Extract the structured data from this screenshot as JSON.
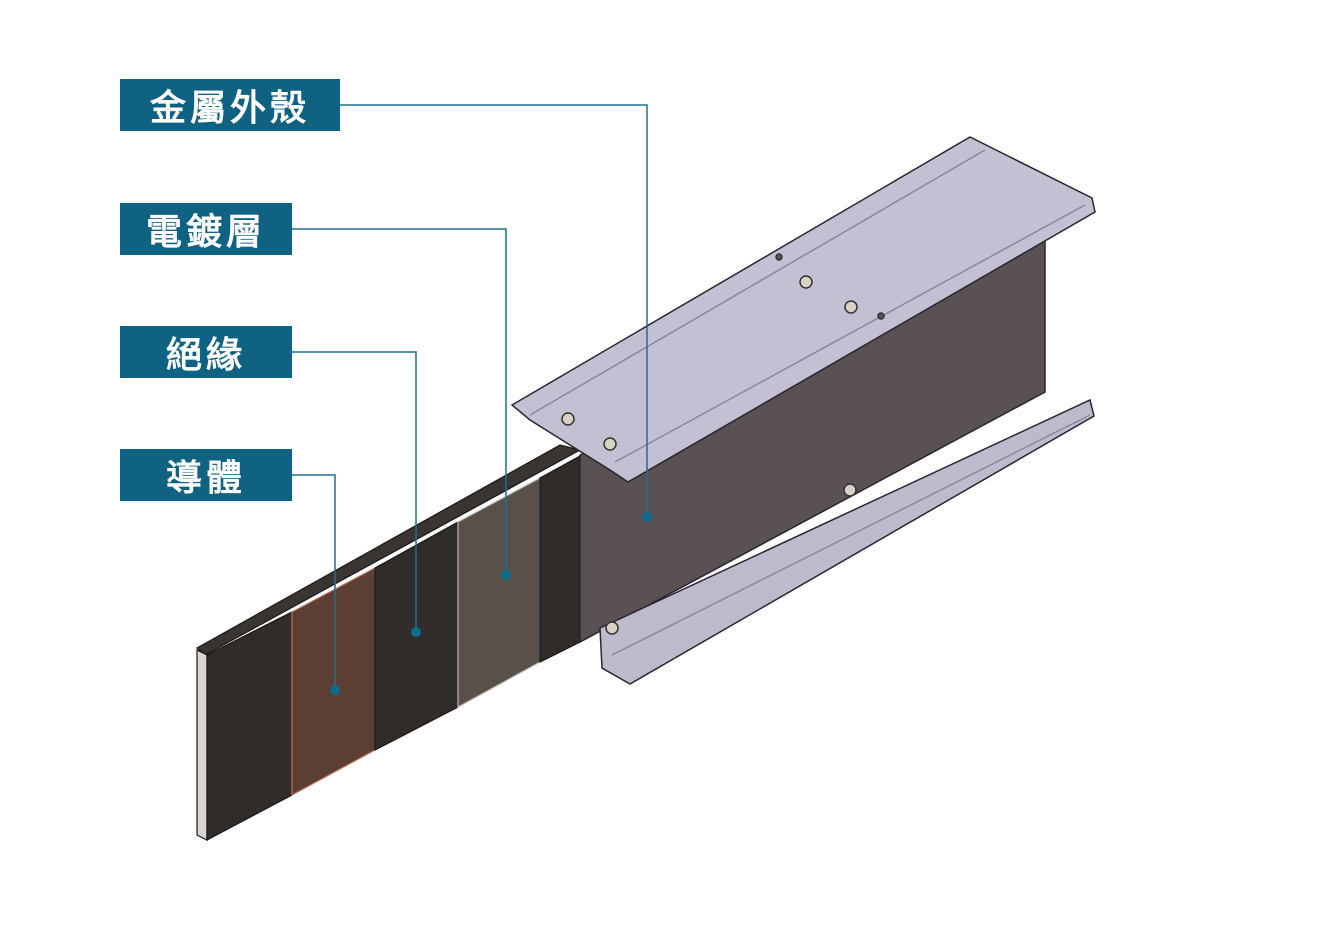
{
  "labels": [
    {
      "id": "metal-housing",
      "text": "金屬外殼"
    },
    {
      "id": "plating-layer",
      "text": "電鍍層"
    },
    {
      "id": "insulation",
      "text": "絕緣"
    },
    {
      "id": "conductor",
      "text": "導體"
    }
  ],
  "colors": {
    "label_bg": "#0f6282",
    "leader": "#1d7191",
    "housing_top": "#c3c0d4",
    "housing_side": "#5a5155",
    "insulation": "#302c29",
    "copper": "#5c3e33",
    "plating": "#5a504a"
  }
}
